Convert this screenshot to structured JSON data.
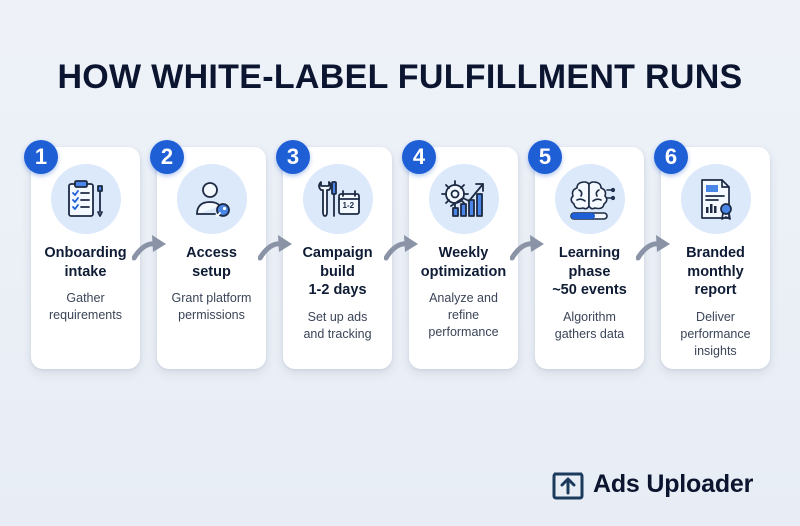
{
  "title": "HOW WHITE-LABEL FULFILLMENT RUNS",
  "steps": [
    {
      "number": "1",
      "title": "Onboarding\nintake",
      "description": "Gather\nrequirements",
      "icon": "clipboard-checklist-icon"
    },
    {
      "number": "2",
      "title": "Access\nsetup",
      "description": "Grant platform\npermissions",
      "icon": "user-key-icon"
    },
    {
      "number": "3",
      "title": "Campaign\nbuild\n1-2 days",
      "description": "Set up ads\nand tracking",
      "icon": "tools-calendar-icon",
      "calendar_text": "1-2"
    },
    {
      "number": "4",
      "title": "Weekly\noptimization",
      "description": "Analyze and\nrefine\nperformance",
      "icon": "gear-growth-chart-icon"
    },
    {
      "number": "5",
      "title": "Learning\nphase\n~50 events",
      "description": "Algorithm\ngathers data",
      "icon": "brain-progress-icon"
    },
    {
      "number": "6",
      "title": "Branded\nmonthly\nreport",
      "description": "Deliver\nperformance\ninsights",
      "icon": "report-ribbon-icon"
    }
  ],
  "brand": {
    "name": "Ads Uploader",
    "icon": "upload-box-icon"
  },
  "colors": {
    "accent": "#1f5fd6",
    "icon_bg": "#dce9fb",
    "arrow": "#8a94a6",
    "text_dark": "#0b1530"
  }
}
